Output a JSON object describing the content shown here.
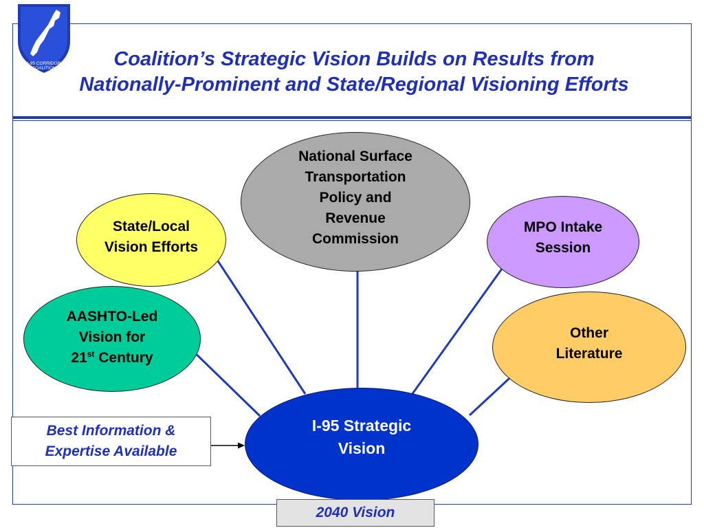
{
  "title": {
    "line1": "Coalition’s Strategic Vision Builds on Results from",
    "line2": "Nationally-Prominent and State/Regional Visioning Efforts"
  },
  "logo": {
    "line1": "I-95 CORRIDOR",
    "line2": "COALITION"
  },
  "nodes": {
    "national": {
      "lines": [
        "National Surface",
        "Transportation",
        "Policy and",
        "Revenue",
        "Commission"
      ],
      "color": "#aaaaaa"
    },
    "state": {
      "lines": [
        "State/Local",
        "Vision Efforts"
      ],
      "color": "#ffff66"
    },
    "mpo": {
      "lines": [
        "MPO Intake",
        "Session"
      ],
      "color": "#cc99ff"
    },
    "aashto": {
      "line1": "AASHTO-Led",
      "line2": "Vision for",
      "line3_pre": "21",
      "line3_sup": "st",
      "line3_post": " Century",
      "color": "#00cc99"
    },
    "other": {
      "lines": [
        "Other",
        "Literature"
      ],
      "color": "#ffcc66"
    },
    "center": {
      "lines": [
        "I-95 Strategic",
        "Vision"
      ],
      "color": "#0033cc"
    }
  },
  "side_box": {
    "lines": [
      "Best Information &",
      "Expertise Available"
    ]
  },
  "bottom_box": {
    "label": "2040 Vision"
  },
  "colors": {
    "accent_blue": "#1f2fb8",
    "connector_blue": "#1f3bb3"
  }
}
